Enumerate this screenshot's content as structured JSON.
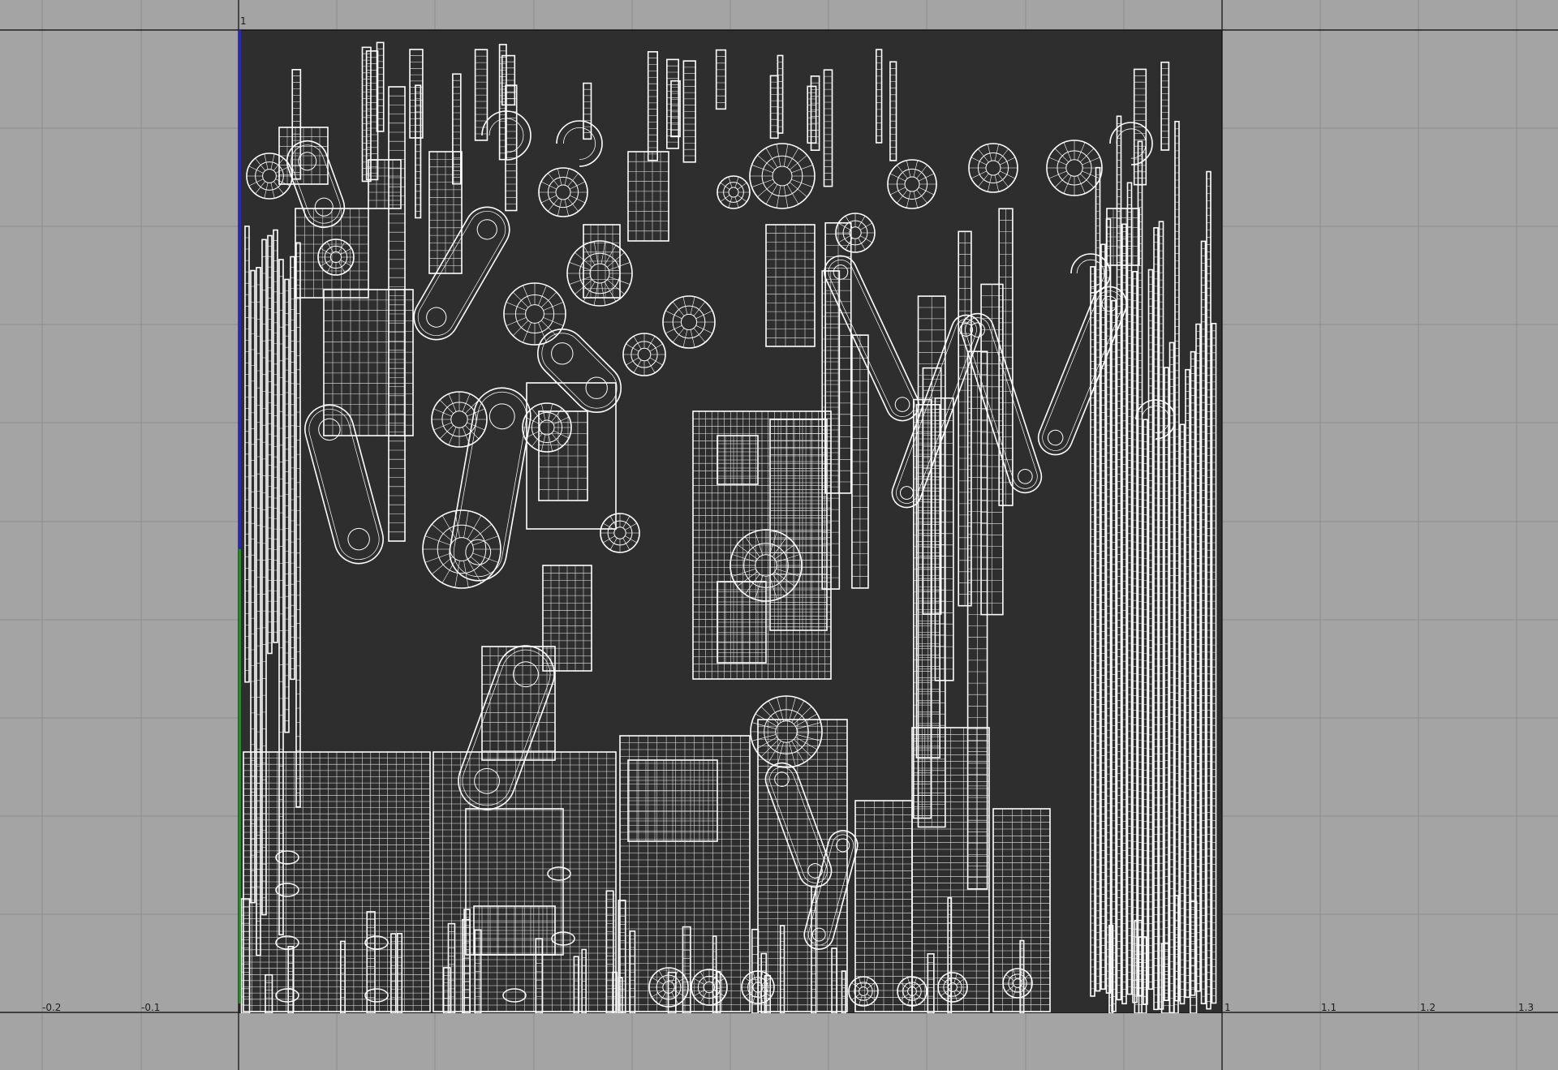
{
  "viewport": {
    "background": "#a4a4a4",
    "grid_line_color": "#8c8c8c",
    "axis_line_color": "#1e1e1e",
    "tile_background": "#2e2e2e",
    "wire_color": "#ffffff",
    "u_axis_color": "#2aa02a",
    "v_axis_color": "#2b2bd0"
  },
  "axis": {
    "u_labels": [
      "-0.2",
      "-0.1",
      "1",
      "1.1",
      "1.2",
      "1.3"
    ],
    "v_labels": [
      "1"
    ]
  }
}
